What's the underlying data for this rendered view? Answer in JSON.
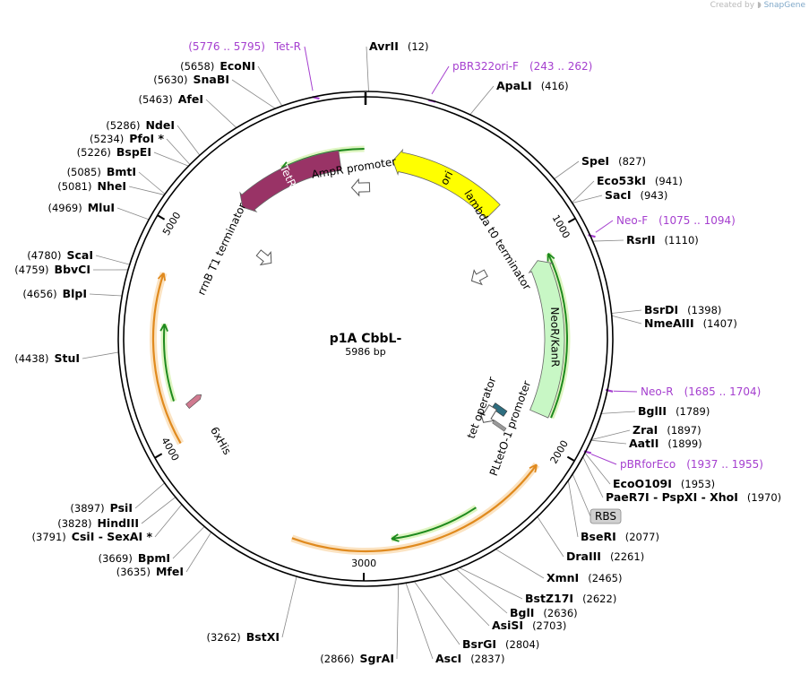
{
  "app": {
    "credit_prefix": "Created by",
    "credit_brand": "SnapGene"
  },
  "plasmid": {
    "name": "p1A CbbL-",
    "length_label": "5986 bp",
    "length": 5986
  },
  "ticks": [
    {
      "pos": 1000,
      "label": "1000"
    },
    {
      "pos": 2000,
      "label": "2000"
    },
    {
      "pos": 3000,
      "label": "3000"
    },
    {
      "pos": 4000,
      "label": "4000"
    },
    {
      "pos": 5000,
      "label": "5000"
    }
  ],
  "features": [
    {
      "name": "TetR",
      "type": "arrow",
      "start": 5270,
      "end": 5850,
      "strand": -1,
      "color": "#993366",
      "label_inside": true
    },
    {
      "name": "ori",
      "type": "arrow",
      "start": 145,
      "end": 750,
      "strand": -1,
      "color": "#ffff00",
      "label_inside": true
    },
    {
      "name": "NeoR/KanR",
      "type": "arrow",
      "start": 1090,
      "end": 1885,
      "strand": -1,
      "color": "#c8f7c5",
      "label_inside": true
    },
    {
      "name": "AmpR promoter",
      "type": "promoter",
      "pos": 5955,
      "strand": -1
    },
    {
      "name": "lambda t0 terminator",
      "type": "terminator",
      "pos": 1020
    },
    {
      "name": "rrnB T1 terminator",
      "type": "terminator",
      "pos": 5135
    },
    {
      "name": "tet operator",
      "type": "box",
      "pos": 1960,
      "color": "#2e6e80"
    },
    {
      "name": "PLtetO-1 promoter",
      "type": "promoter",
      "pos": 2025,
      "strand": 1
    },
    {
      "name": "6xHis",
      "type": "small",
      "pos": 4160,
      "color": "#d07a90"
    },
    {
      "name": "RBS",
      "type": "rbs",
      "pos": 2045
    }
  ],
  "orfs": [
    {
      "start": 5550,
      "end": 5980,
      "strand": -1
    },
    {
      "start": 1080,
      "end": 1880,
      "strand": -1
    },
    {
      "start": 2440,
      "end": 2870,
      "strand": 1
    },
    {
      "start": 4190,
      "end": 4560,
      "strand": 1
    }
  ],
  "cds_regions": [
    {
      "start": 2100,
      "end": 3330,
      "strand": -1
    },
    {
      "start": 4000,
      "end": 4790,
      "strand": 1
    }
  ],
  "enzymes": [
    {
      "name": "AvrII",
      "pos_label": "(12)",
      "pos": 12,
      "side": "right"
    },
    {
      "name": "ApaLI",
      "pos_label": "(416)",
      "pos": 416,
      "side": "right"
    },
    {
      "name": "SpeI",
      "pos_label": "(827)",
      "pos": 827,
      "side": "right"
    },
    {
      "name": "Eco53kI",
      "pos_label": "(941)",
      "pos": 941,
      "side": "right"
    },
    {
      "name": "SacI",
      "pos_label": "(943)",
      "pos": 943,
      "side": "right"
    },
    {
      "name": "RsrII",
      "pos_label": "(1110)",
      "pos": 1110,
      "side": "right"
    },
    {
      "name": "BsrDI",
      "pos_label": "(1398)",
      "pos": 1398,
      "side": "right"
    },
    {
      "name": "NmeAIII",
      "pos_label": "(1407)",
      "pos": 1407,
      "side": "right"
    },
    {
      "name": "BglII",
      "pos_label": "(1789)",
      "pos": 1789,
      "side": "right"
    },
    {
      "name": "ZraI",
      "pos_label": "(1897)",
      "pos": 1897,
      "side": "right"
    },
    {
      "name": "AatII",
      "pos_label": "(1899)",
      "pos": 1899,
      "side": "right"
    },
    {
      "name": "EcoO109I",
      "pos_label": "(1953)",
      "pos": 1953,
      "side": "right"
    },
    {
      "name": "PaeR7I  - PspXI  - XhoI",
      "pos_label": "(1970)",
      "pos": 1970,
      "side": "right"
    },
    {
      "name": "BseRI",
      "pos_label": "(2077)",
      "pos": 2077,
      "side": "right"
    },
    {
      "name": "DraIII",
      "pos_label": "(2261)",
      "pos": 2261,
      "side": "right"
    },
    {
      "name": "XmnI",
      "pos_label": "(2465)",
      "pos": 2465,
      "side": "right"
    },
    {
      "name": "BstZ17I",
      "pos_label": "(2622)",
      "pos": 2622,
      "side": "right"
    },
    {
      "name": "BglI",
      "pos_label": "(2636)",
      "pos": 2636,
      "side": "right"
    },
    {
      "name": "AsiSI",
      "pos_label": "(2703)",
      "pos": 2703,
      "side": "right"
    },
    {
      "name": "BsrGI",
      "pos_label": "(2804)",
      "pos": 2804,
      "side": "right"
    },
    {
      "name": "AscI",
      "pos_label": "(2837)",
      "pos": 2837,
      "side": "right"
    },
    {
      "name": "SgrAI",
      "pos_label": "(2866)",
      "pos": 2866,
      "side": "left"
    },
    {
      "name": "BstXI",
      "pos_label": "(3262)",
      "pos": 3262,
      "side": "left"
    },
    {
      "name": "MfeI",
      "pos_label": "(3635)",
      "pos": 3635,
      "side": "left"
    },
    {
      "name": "BpmI",
      "pos_label": "(3669)",
      "pos": 3669,
      "side": "left"
    },
    {
      "name": "CsiI  - SexAI *",
      "pos_label": "(3791)",
      "pos": 3791,
      "side": "left"
    },
    {
      "name": "HindIII",
      "pos_label": "(3828)",
      "pos": 3828,
      "side": "left"
    },
    {
      "name": "PsiI",
      "pos_label": "(3897)",
      "pos": 3897,
      "side": "left"
    },
    {
      "name": "StuI",
      "pos_label": "(4438)",
      "pos": 4438,
      "side": "left"
    },
    {
      "name": "BlpI",
      "pos_label": "(4656)",
      "pos": 4656,
      "side": "left"
    },
    {
      "name": "BbvCI",
      "pos_label": "(4759)",
      "pos": 4759,
      "side": "left"
    },
    {
      "name": "ScaI",
      "pos_label": "(4780)",
      "pos": 4780,
      "side": "left"
    },
    {
      "name": "MluI",
      "pos_label": "(4969)",
      "pos": 4969,
      "side": "left"
    },
    {
      "name": "NheI",
      "pos_label": "(5081)",
      "pos": 5081,
      "side": "left"
    },
    {
      "name": "BmtI",
      "pos_label": "(5085)",
      "pos": 5085,
      "side": "left"
    },
    {
      "name": "BspEI",
      "pos_label": "(5226)",
      "pos": 5226,
      "side": "left"
    },
    {
      "name": "PfoI *",
      "pos_label": "(5234)",
      "pos": 5234,
      "side": "left"
    },
    {
      "name": "NdeI",
      "pos_label": "(5286)",
      "pos": 5286,
      "side": "left"
    },
    {
      "name": "AfeI",
      "pos_label": "(5463)",
      "pos": 5463,
      "side": "left"
    },
    {
      "name": "SnaBI",
      "pos_label": "(5630)",
      "pos": 5630,
      "side": "left"
    },
    {
      "name": "EcoNI",
      "pos_label": "(5658)",
      "pos": 5658,
      "side": "left"
    }
  ],
  "primers": [
    {
      "name": "Tet-R",
      "range": "(5776 .. 5795)",
      "pos": 5786,
      "side": "left"
    },
    {
      "name": "pBR322ori-F",
      "range": "(243 .. 262)",
      "pos": 252,
      "side": "right"
    },
    {
      "name": "Neo-F",
      "range": "(1075 .. 1094)",
      "pos": 1084,
      "side": "right"
    },
    {
      "name": "Neo-R",
      "range": "(1685 .. 1704)",
      "pos": 1694,
      "side": "right"
    },
    {
      "name": "pBRforEco",
      "range": "(1937 .. 1955)",
      "pos": 1946,
      "side": "right"
    }
  ],
  "colors": {
    "primer": "#a53fcf",
    "orf": "#1e8a1e",
    "orf_glow": "#dff5c2",
    "cds": "#e08a1e",
    "cds_glow": "#fbe3c2"
  }
}
